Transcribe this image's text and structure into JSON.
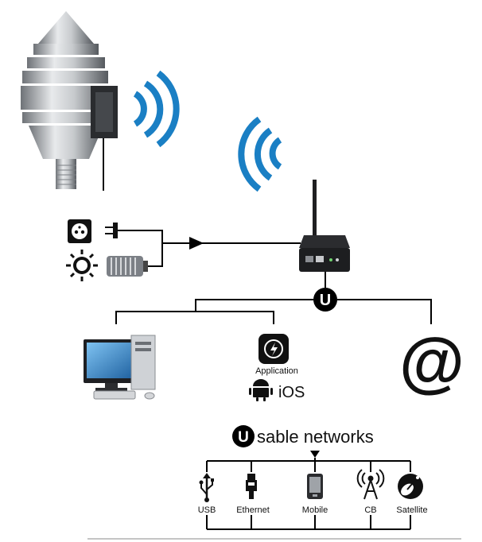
{
  "labels": {
    "application": "Application",
    "ios": "iOS",
    "usable_networks": "sable networks",
    "usable_networks_initial": "U",
    "hub_initial": "U",
    "at_sign": "@"
  },
  "networks": [
    {
      "label": "USB",
      "icon": "usb-icon"
    },
    {
      "label": "Ethernet",
      "icon": "ethernet-icon"
    },
    {
      "label": "Mobile",
      "icon": "mobile-phone-icon"
    },
    {
      "label": "CB",
      "icon": "radio-tower-icon"
    },
    {
      "label": "Satellite",
      "icon": "satellite-dish-icon"
    }
  ],
  "colors": {
    "wifi": "#1a7fc4",
    "line": "#000000",
    "metal": "#b9bcc0",
    "screen": "#1f6fb8"
  }
}
